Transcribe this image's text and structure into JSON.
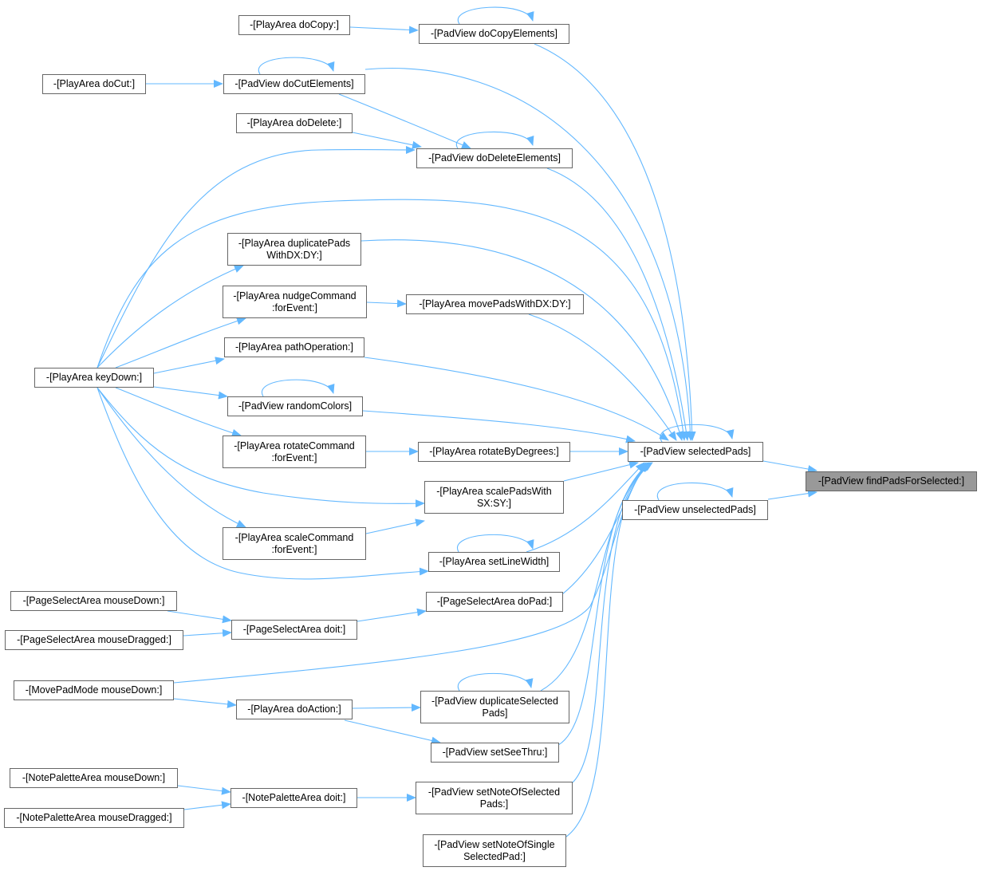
{
  "colors": {
    "edge": "#63b8ff",
    "node_border": "#666666",
    "highlight_fill": "#999999"
  },
  "nodes": {
    "doCopy": {
      "label": "-[PlayArea doCopy:]"
    },
    "doCopyElements": {
      "label": "-[PadView doCopyElements]"
    },
    "doCut": {
      "label": "-[PlayArea doCut:]"
    },
    "doCutElements": {
      "label": "-[PadView doCutElements]"
    },
    "doDelete": {
      "label": "-[PlayArea doDelete:]"
    },
    "doDeleteElements": {
      "label": "-[PadView doDeleteElements]"
    },
    "duplicatePads": {
      "label": "-[PlayArea duplicatePads\nWithDX:DY:]"
    },
    "nudgeCommand": {
      "label": "-[PlayArea nudgeCommand\n:forEvent:]"
    },
    "movePads": {
      "label": "-[PlayArea movePadsWithDX:DY:]"
    },
    "pathOperation": {
      "label": "-[PlayArea pathOperation:]"
    },
    "keyDown": {
      "label": "-[PlayArea keyDown:]"
    },
    "randomColors": {
      "label": "-[PadView randomColors]"
    },
    "rotateCommand": {
      "label": "-[PlayArea rotateCommand\n:forEvent:]"
    },
    "rotateByDegrees": {
      "label": "-[PlayArea rotateByDegrees:]"
    },
    "selectedPads": {
      "label": "-[PadView selectedPads]"
    },
    "findPadsForSelected": {
      "label": "-[PadView findPadsForSelected:]"
    },
    "unselectedPads": {
      "label": "-[PadView unselectedPads]"
    },
    "scalePadsWith": {
      "label": "-[PlayArea scalePadsWith\nSX:SY:]"
    },
    "scaleCommand": {
      "label": "-[PlayArea scaleCommand\n:forEvent:]"
    },
    "setLineWidth": {
      "label": "-[PlayArea setLineWidth]"
    },
    "psaMouseDown": {
      "label": "-[PageSelectArea mouseDown:]"
    },
    "psaDoPad": {
      "label": "-[PageSelectArea doPad:]"
    },
    "psaMouseDragged": {
      "label": "-[PageSelectArea mouseDragged:]"
    },
    "psaDoit": {
      "label": "-[PageSelectArea doit:]"
    },
    "movePadModeMouseDown": {
      "label": "-[MovePadMode mouseDown:]"
    },
    "doAction": {
      "label": "-[PlayArea doAction:]"
    },
    "duplicateSelectedPads": {
      "label": "-[PadView duplicateSelected\nPads]"
    },
    "setSeeThru": {
      "label": "-[PadView setSeeThru:]"
    },
    "npaMouseDown": {
      "label": "-[NotePaletteArea mouseDown:]"
    },
    "npaDoit": {
      "label": "-[NotePaletteArea doit:]"
    },
    "npaMouseDragged": {
      "label": "-[NotePaletteArea mouseDragged:]"
    },
    "setNoteOfSelected": {
      "label": "-[PadView setNoteOfSelected\nPads:]"
    },
    "setNoteOfSingle": {
      "label": "-[PadView setNoteOfSingle\nSelectedPad:]"
    }
  }
}
